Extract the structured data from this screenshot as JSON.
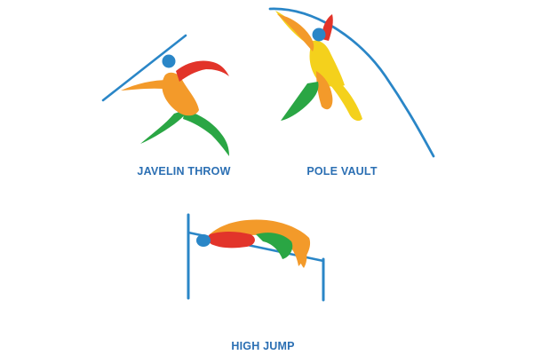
{
  "captions": {
    "javelin": "JAVELIN THROW",
    "pole_vault": "POLE VAULT",
    "high_jump": "HIGH JUMP"
  },
  "palette": {
    "blue": "#2a86c7",
    "caption_blue": "#2b6fb3",
    "orange": "#f39a2a",
    "green": "#2aa644",
    "red": "#e2342a",
    "yellow": "#f4d11c"
  }
}
